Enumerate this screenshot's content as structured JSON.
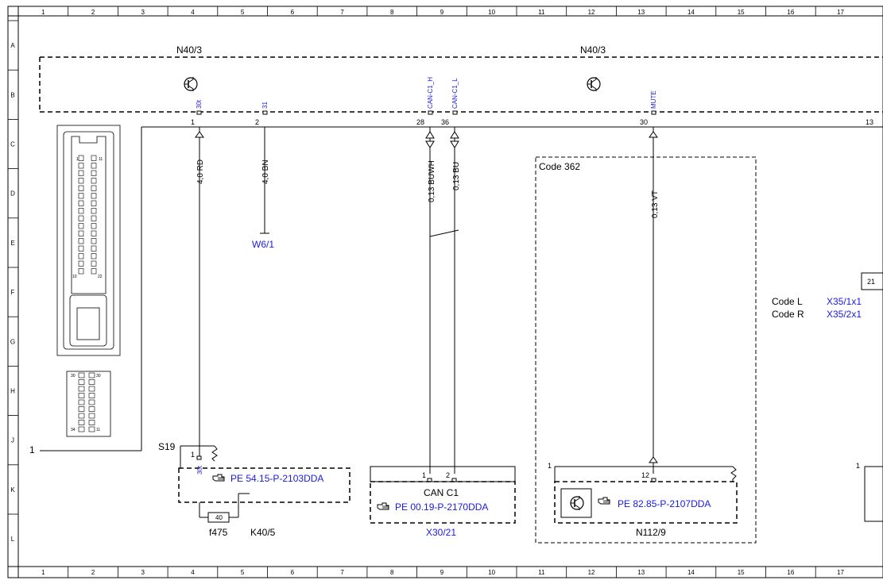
{
  "grid": {
    "columns": [
      "1",
      "2",
      "3",
      "4",
      "5",
      "6",
      "7",
      "8",
      "9",
      "10",
      "11",
      "12",
      "13",
      "14",
      "15",
      "16",
      "17"
    ],
    "rows": [
      "A",
      "B",
      "C",
      "D",
      "E",
      "F",
      "G",
      "H",
      "J",
      "K",
      "L"
    ]
  },
  "components": {
    "n40_3_left": "N40/3",
    "n40_3_right": "N40/3",
    "s19": "S19",
    "f475": "f475",
    "k40_5": "K40/5",
    "fuse_value": "40",
    "can_c1": "CAN C1",
    "x30_21": "X30/21",
    "code_362": "Code 362",
    "n112_9": "N112/9",
    "w6_1": "W6/1",
    "code_l": "Code L",
    "code_r": "Code R",
    "x35_1x1": "X35/1x1",
    "x35_2x1": "X35/2x1",
    "box_marker_21": "21",
    "connector_box_one": "1",
    "marker_one_right": "1"
  },
  "pins": {
    "p1_num": "1",
    "p1_label": "30t",
    "p2_num": "2",
    "p2_label": "31",
    "p28_num": "28",
    "p28_label": "CAN-C1_H",
    "p36_num": "36",
    "p36_label": "CAN-C1_L",
    "p30_num": "30",
    "p30_label": "MUTE",
    "p13_num": "13",
    "s19_pin_num": "1",
    "s19_pin_label": "30t",
    "s19_marker": "1",
    "can_pin1": "1",
    "can_pin2": "2",
    "n112_pin": "12",
    "n112_marker": "1"
  },
  "wires": {
    "w_rd": "4,0 RD",
    "w_bn": "4,0 BN",
    "w_buwh": "0,13 BUWH",
    "w_bu": "0,13 BU",
    "w_vt": "0,13 VT"
  },
  "refs": {
    "pe_54": "PE 54.15-P-2103DDA",
    "pe_00": "PE 00.19-P-2170DDA",
    "pe_82": "PE 82.85-P-2107DDA"
  },
  "connector_pins": {
    "left_top": "1",
    "right_top": "11",
    "left_bottom": "10",
    "right_bottom": "22",
    "small_left": [
      "30",
      "",
      "",
      "",
      "",
      "",
      "",
      "",
      "34"
    ],
    "small_right": [
      "30",
      "",
      "",
      "",
      "",
      "",
      "",
      "",
      "11"
    ]
  },
  "icons": {
    "transistor": "transistor-symbol-icon",
    "doc_ref": "pointing-hand-icon"
  },
  "colors": {
    "ink": "#000000",
    "link": "#1a1ae6"
  }
}
